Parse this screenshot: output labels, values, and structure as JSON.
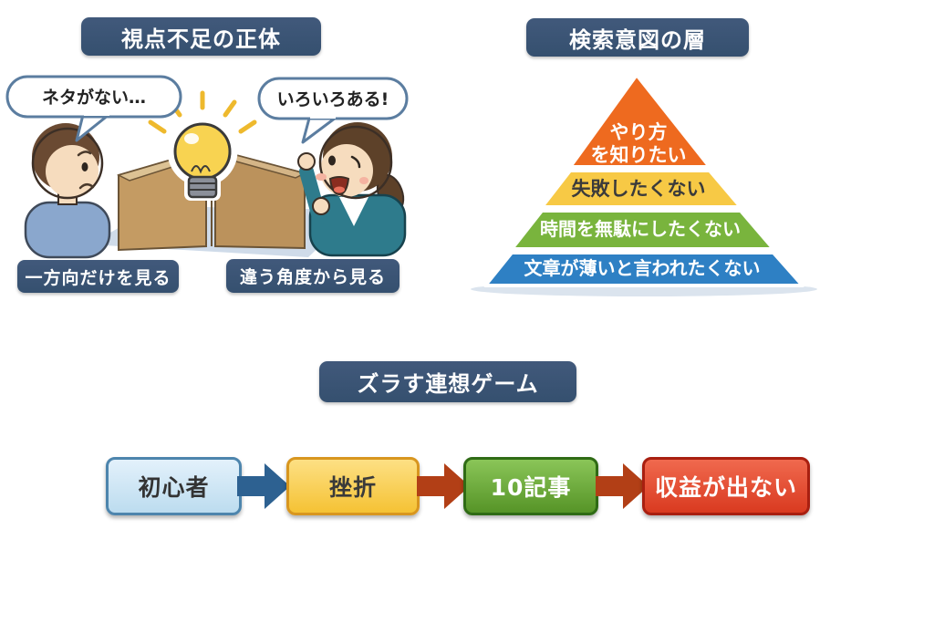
{
  "sections": {
    "perspective": {
      "title": "視点不足の正体",
      "bubble_left": "ネタがない…",
      "bubble_right": "いろいろある!",
      "label_left": "一方向だけを見る",
      "label_right": "違う角度から見る"
    },
    "pyramid": {
      "title": "検索意図の層",
      "layers": [
        {
          "line1": "やり方",
          "line2": "を知りたい",
          "color": "#ee6a1f",
          "text_color": "#ffffff"
        },
        {
          "text": "失敗したくない",
          "color": "#f7c945",
          "text_color": "#3b3b3b"
        },
        {
          "text": "時間を無駄にしたくない",
          "color": "#79b43d",
          "text_color": "#ffffff"
        },
        {
          "text": "文章が薄いと言われたくない",
          "color": "#2e80c4",
          "text_color": "#ffffff"
        }
      ]
    },
    "flow": {
      "title": "ズラす連想ゲーム",
      "steps": [
        {
          "label": "初心者",
          "fill": "#cde4f4",
          "border": "#4d85ad",
          "text_color": "#333333"
        },
        {
          "label": "挫折",
          "fill": "#f8d25c",
          "border": "#d8961f",
          "text_color": "#3a3a3a"
        },
        {
          "label": "10記事",
          "fill": "#6fae3f",
          "border": "#2f6b15",
          "text_color": "#ffffff"
        },
        {
          "label": "収益が出ない",
          "fill": "#e55237",
          "border": "#a81f10",
          "text_color": "#ffffff"
        }
      ],
      "arrows": [
        {
          "color": "#2d6191"
        },
        {
          "color": "#b23f16"
        },
        {
          "color": "#b23f16"
        }
      ]
    }
  },
  "palette": {
    "badge_navy": "#3a5272",
    "background": "#ffffff",
    "bubble_border": "#5b7da0",
    "bubble_text": "#222222",
    "cardboard": "#c49b63",
    "ground_shadow": "#cfdbe9",
    "bulb_yellow": "#f8d351",
    "bulb_rays": "#eeb92d"
  }
}
